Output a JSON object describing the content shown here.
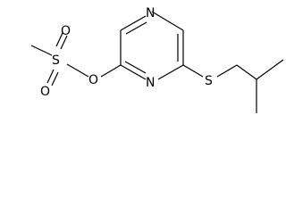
{
  "molecule": {
    "atoms": {
      "ring_n_top": "N",
      "ring_n_bottom": "N",
      "sulfonate_o_bridge": "O",
      "sulfur_sulfonyl": "S",
      "sulfonyl_o_upper": "O",
      "sulfonyl_o_lower": "O",
      "thioether_s": "S"
    }
  }
}
